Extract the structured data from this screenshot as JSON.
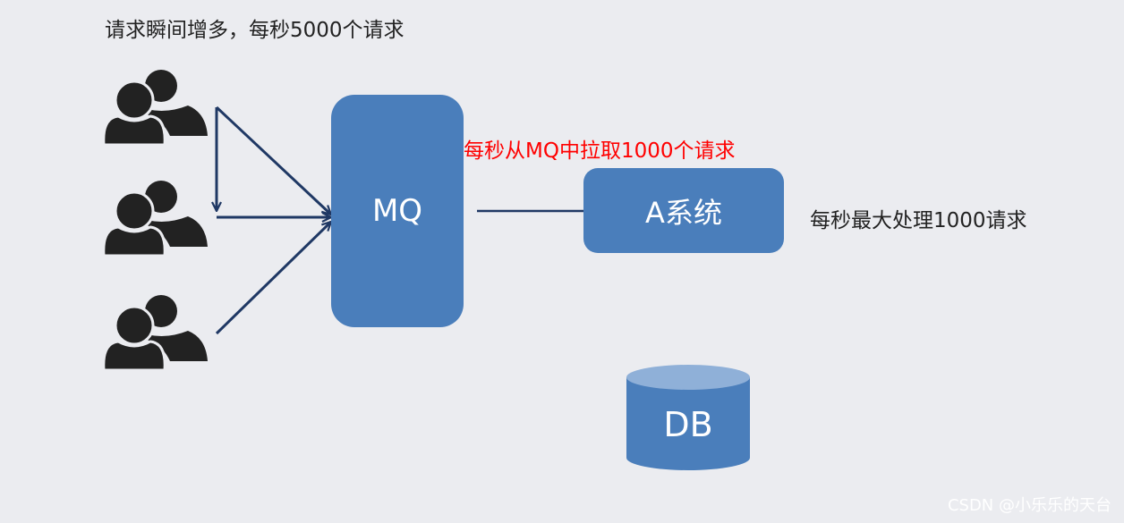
{
  "caption_top": "请求瞬间增多，每秒5000个请求",
  "mq": {
    "label": "MQ"
  },
  "pull_caption": "每秒从MQ中拉取1000个请求",
  "system_a": {
    "label": "A系统"
  },
  "capacity_caption": "每秒最大处理1000请求",
  "db": {
    "label": "DB"
  },
  "watermark": "CSDN @小乐乐的天台",
  "icons": [
    "users-icon",
    "users-icon",
    "users-icon"
  ],
  "colors": {
    "background": "#ebecf0",
    "box_fill": "#4a7ebb",
    "db_top": "#8fb0d8",
    "arrow": "#1f3864",
    "pull_caption": "#ff0000",
    "icon": "#222222"
  }
}
